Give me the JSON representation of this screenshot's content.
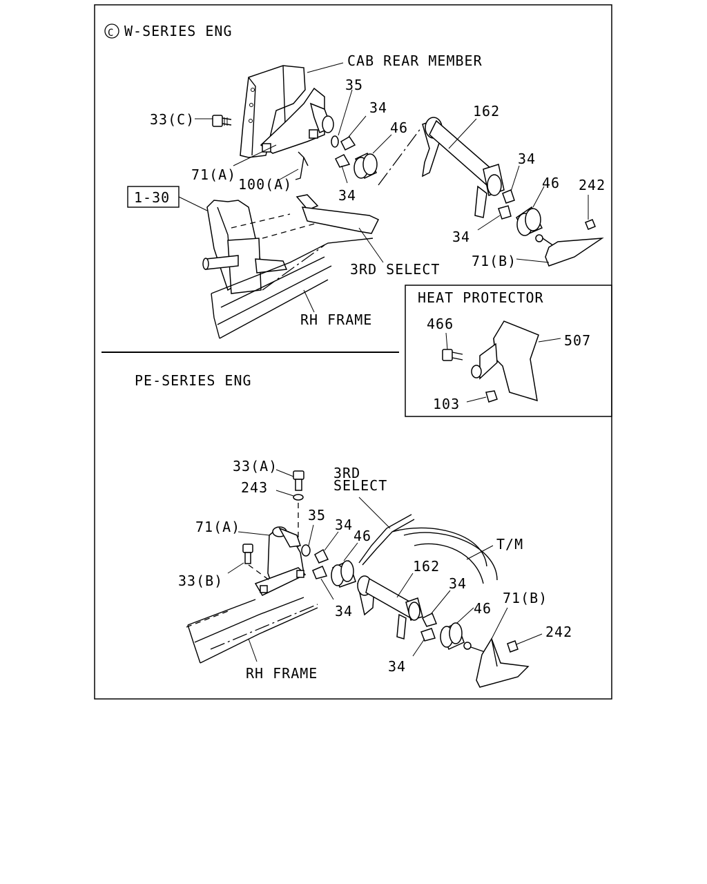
{
  "sections": {
    "w_series": {
      "circle_symbol": "C",
      "title": "W-SERIES ENG",
      "labels": {
        "cab_rear_member": "CAB REAR MEMBER",
        "p35": "35",
        "p34_a": "34",
        "p33c": "33(C)",
        "p46_a": "46",
        "p162": "162",
        "p34_b": "34",
        "p71a": "71(A)",
        "p100a": "100(A)",
        "p34_c": "34",
        "p46_b": "46",
        "p242": "242",
        "ref_1_30": "1-30",
        "p34_d": "34",
        "third_select": "3RD SELECT",
        "p71b": "71(B)",
        "rh_frame": "RH FRAME"
      }
    },
    "heat_protector": {
      "title": "HEAT PROTECTOR",
      "labels": {
        "p466": "466",
        "p507": "507",
        "p103": "103"
      }
    },
    "pe_series": {
      "title": "PE-SERIES ENG",
      "labels": {
        "p33a": "33(A)",
        "third": "3RD",
        "select": "SELECT",
        "p243": "243",
        "p35": "35",
        "p34_a": "34",
        "p71a": "71(A)",
        "p46_a": "46",
        "tm": "T/M",
        "p162": "162",
        "p34_b": "34",
        "p33b": "33(B)",
        "p71b": "71(B)",
        "p46_b": "46",
        "p34_c": "34",
        "p242": "242",
        "p34_d": "34",
        "rh_frame": "RH FRAME"
      }
    }
  }
}
